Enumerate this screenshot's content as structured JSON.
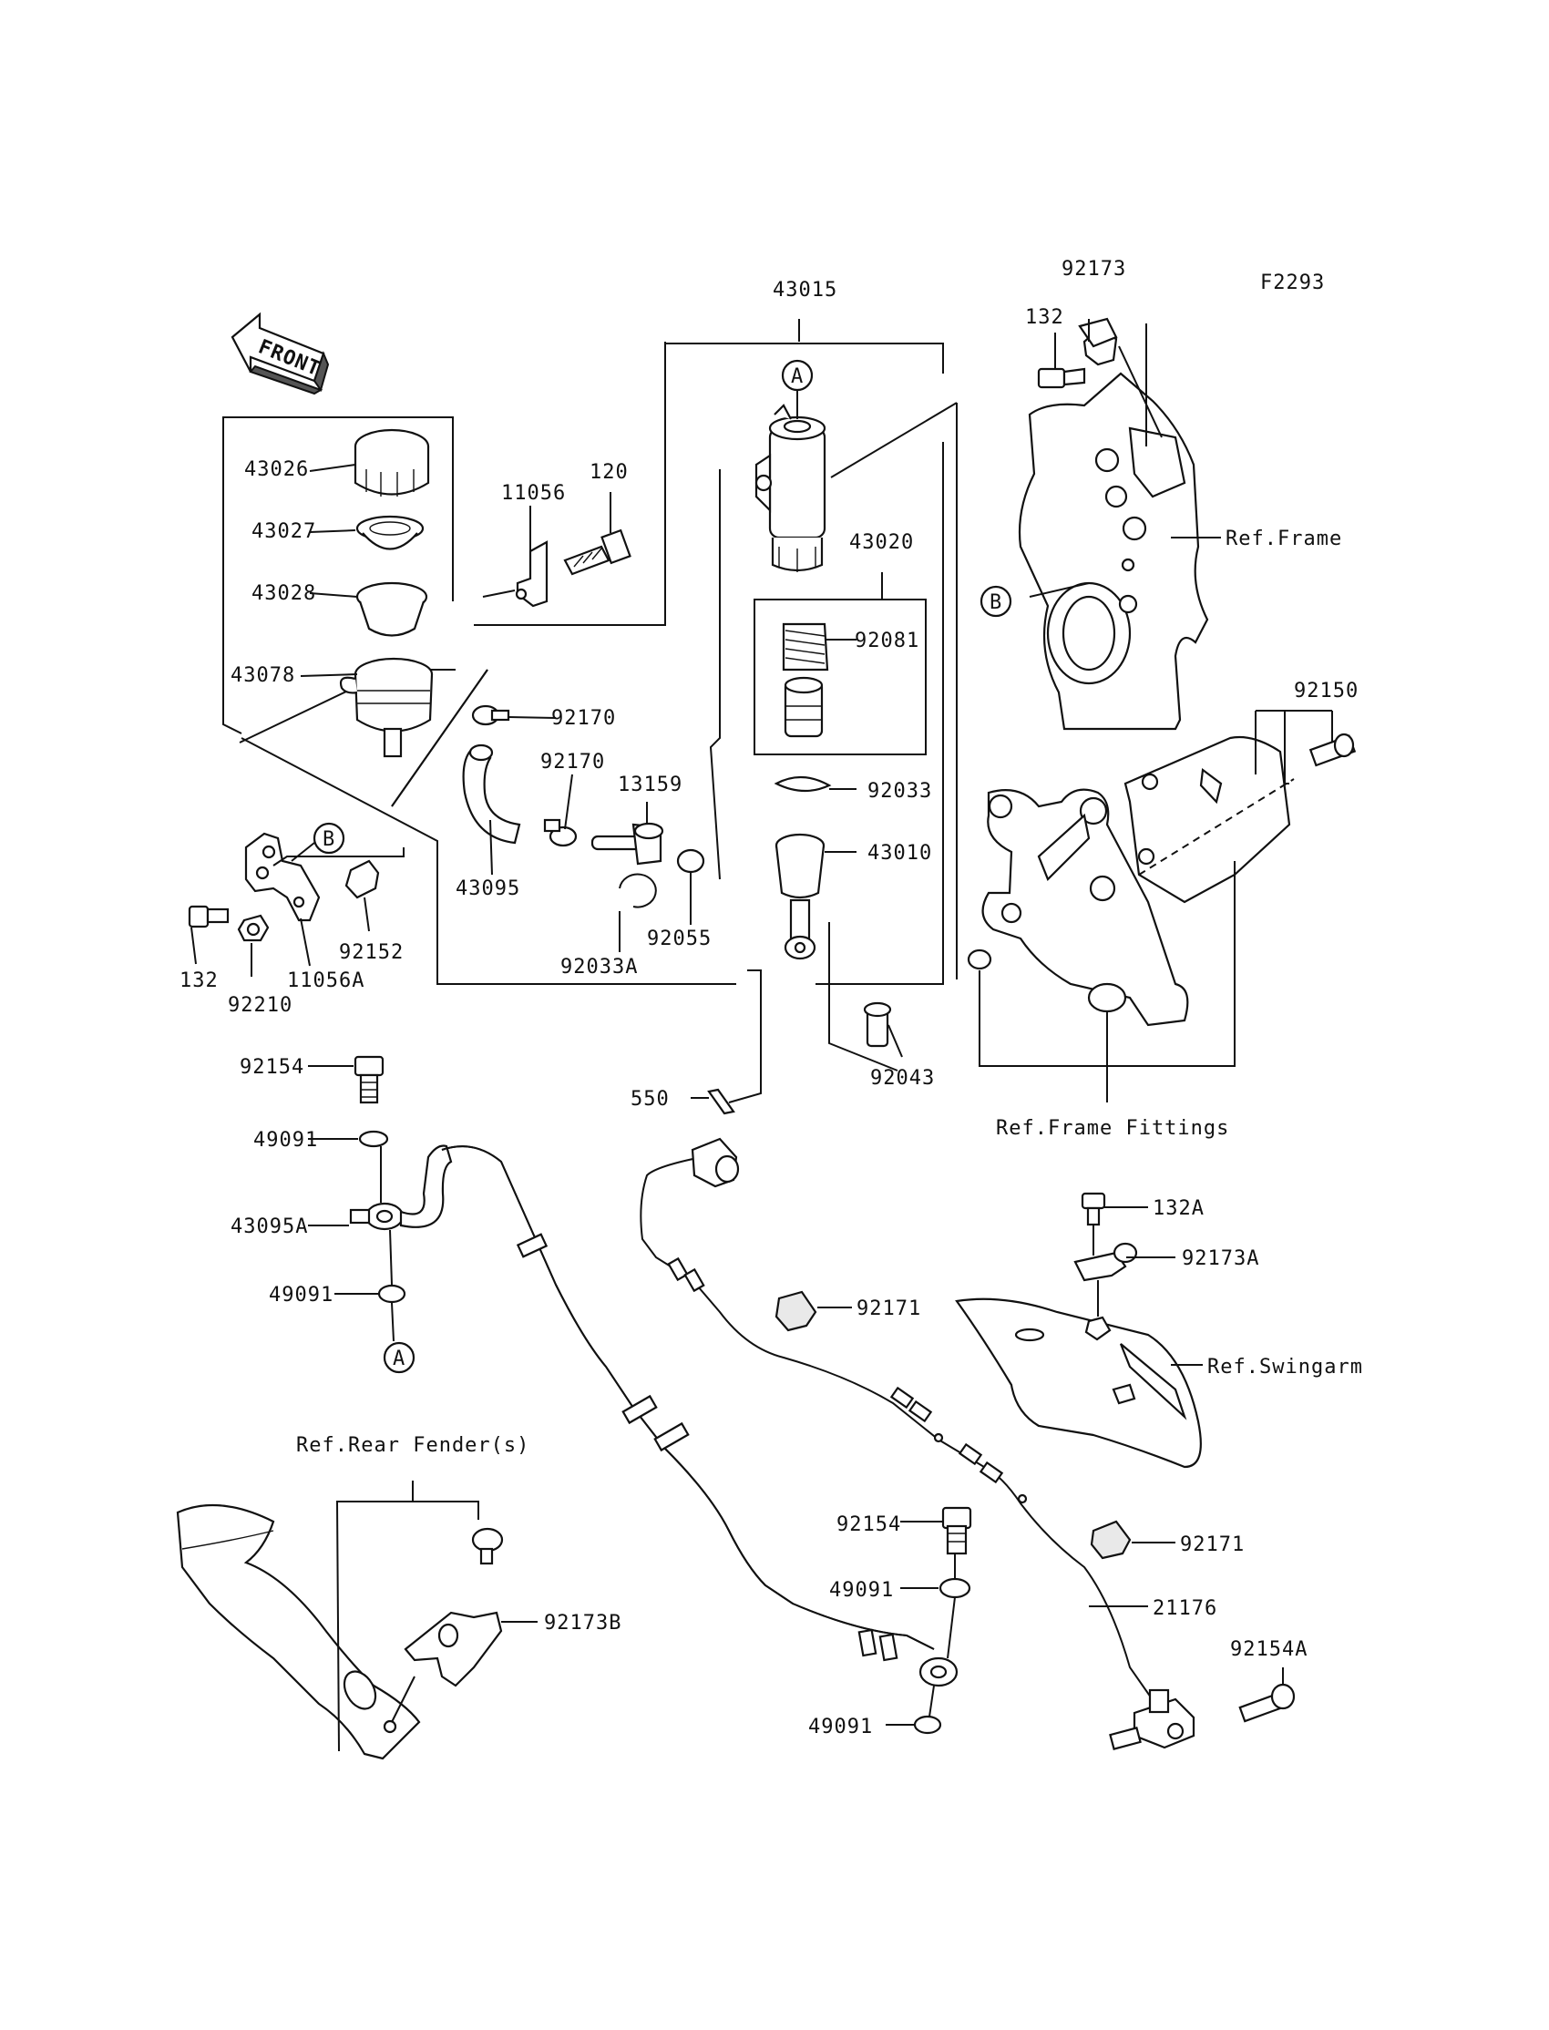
{
  "diagram": {
    "figure_code": "F2293",
    "front_label": "FRONT",
    "parts": {
      "p43015": "43015",
      "p43026": "43026",
      "p43027": "43027",
      "p43028": "43028",
      "p43078": "43078",
      "p11056": "11056",
      "p120": "120",
      "p92170a": "92170",
      "p92170b": "92170",
      "p13159": "13159",
      "p43095": "43095",
      "p92055": "92055",
      "p92033A": "92033A",
      "p43020": "43020",
      "p92081": "92081",
      "p92033": "92033",
      "p43010": "43010",
      "p92043": "92043",
      "p550": "550",
      "p92173": "92173",
      "p132top": "132",
      "p92150": "92150",
      "p132left": "132",
      "p92210": "92210",
      "p11056A": "11056A",
      "p92152": "92152",
      "p92154a": "92154",
      "p49091a": "49091",
      "p43095A": "43095A",
      "p49091b": "49091",
      "p92171a": "92171",
      "p132A": "132A",
      "p92173A": "92173A",
      "p92154b": "92154",
      "p49091c": "49091",
      "p49091d": "49091",
      "p92171b": "92171",
      "p21176": "21176",
      "p92154A": "92154A",
      "p92173B": "92173B"
    },
    "refs": {
      "frame": "Ref.Frame",
      "frame_fittings": "Ref.Frame Fittings",
      "swingarm": "Ref.Swingarm",
      "rear_fender": "Ref.Rear Fender(s)"
    },
    "markers": {
      "a_top": "A",
      "a_bottom": "A",
      "b_frame": "B",
      "b_bracket": "B"
    }
  }
}
